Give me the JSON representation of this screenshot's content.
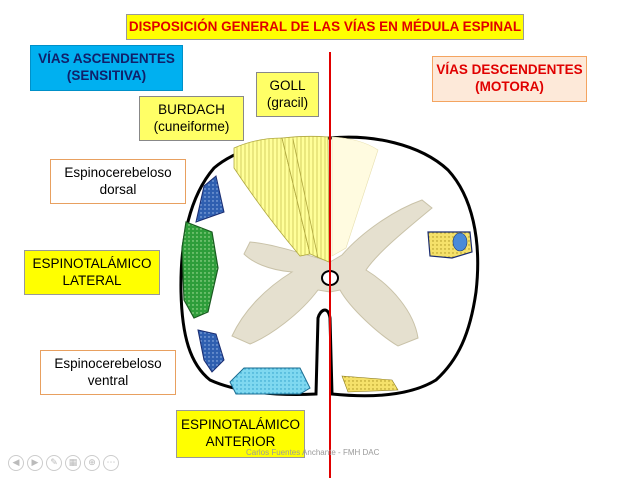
{
  "slide": {
    "title": "DISPOSICIÓN GENERAL DE LAS VÍAS EN MÉDULA ESPINAL",
    "ascending_line1": "VÍAS ASCENDENTES",
    "ascending_line2": "(SENSITIVA)",
    "descending_line1": "VÍAS DESCENDENTES",
    "descending_line2": "(MOTORA)",
    "burdach_line1": "BURDACH",
    "burdach_line2": "(cuneiforme)",
    "goll_line1": "GOLL",
    "goll_line2": "(gracil)",
    "ecd_line1": "Espinocerebeloso",
    "ecd_line2": "dorsal",
    "etl_line1": "ESPINOTALÁMICO",
    "etl_line2": "LATERAL",
    "ecv_line1": "Espinocerebeloso",
    "ecv_line2": "ventral",
    "eta_line1": "ESPINOTALÁMICO",
    "eta_line2": "ANTERIOR",
    "credit": "Carlos Fuentes Anchante - FMH DAC"
  },
  "colors": {
    "title_bg": "#ffff00",
    "title_text": "#e00000",
    "ascending_bg": "#00b0f0",
    "descending_bg": "#fde9d9",
    "gray_matter": "#e5e0cf",
    "dorsal_column": "#ffff99",
    "tract_blue": "#2f5fb0",
    "tract_green": "#2e9d3a",
    "tract_cyan": "#7fd8f0",
    "midline": "#e00000"
  },
  "toolbar": {
    "icons": [
      "previous-icon",
      "next-icon",
      "pen-icon",
      "slides-icon",
      "zoom-icon",
      "more-icon"
    ]
  }
}
